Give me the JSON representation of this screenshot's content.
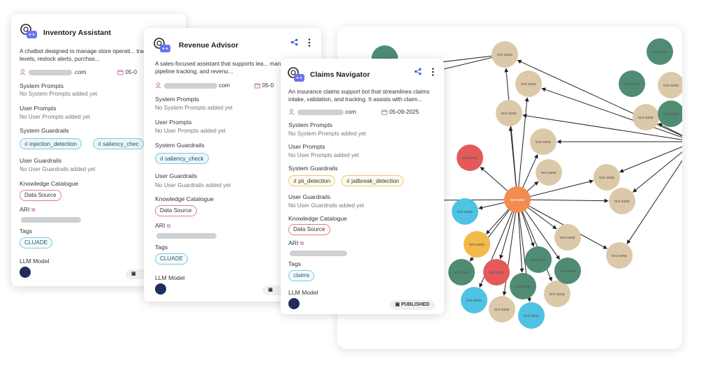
{
  "graph": {
    "center_label": "text sebe",
    "node_label": "text samp",
    "colors": {
      "center": "#f48b4f",
      "tan": "#dcc9a9",
      "green": "#4f8c73",
      "red": "#e45a5a",
      "cyan": "#4ec3e3",
      "yellow": "#f2b94b"
    }
  },
  "cards": [
    {
      "title": "Inventory Assistant",
      "description": "A chatbot designed to manage store operati... track inventory levels, restock alerts, purchas...",
      "email_suffix": ".com",
      "date": "05-0",
      "system_prompts_label": "System Prompts",
      "system_prompts_value": "No System Prompts added yet",
      "user_prompts_label": "User Prompts",
      "user_prompts_value": "No User Prompts added yet",
      "system_guardrails_label": "System Guardrails",
      "system_guardrails": [
        "injection_detection",
        "saliency_chec"
      ],
      "user_guardrails_label": "User Guardrails",
      "user_guardrails_value": "No User Guardrails added yet",
      "knowledge_label": "Knowledge Catalogue",
      "knowledge_chip": "Data Source",
      "ari_label": "ARI",
      "tags_label": "Tags",
      "tags": [
        "CLUADE"
      ],
      "llm_label": "LLM Model"
    },
    {
      "title": "Revenue Advisor",
      "description": "A sales-focused assistant that supports lea... management, pipeline tracking, and revenu...",
      "email_suffix": "com",
      "date": "05-0",
      "system_prompts_label": "System Prompts",
      "system_prompts_value": "No System Prompts added yet",
      "user_prompts_label": "User Prompts",
      "user_prompts_value": "No User Prompts added yet",
      "system_guardrails_label": "System Guardrails",
      "system_guardrails": [
        "saliency_check"
      ],
      "user_guardrails_label": "User Guardrails",
      "user_guardrails_value": "No User Guardrails added yet",
      "knowledge_label": "Knowledge Catalogue",
      "knowledge_chip": "Data Source",
      "ari_label": "ARI",
      "tags_label": "Tags",
      "tags": [
        "CLUADE"
      ],
      "llm_label": "LLM Model"
    },
    {
      "title": "Claims Navigator",
      "description": "An insurance claims support bot that streamlines claims intake, validation, and tracking. It assists with claim...",
      "email_suffix": "com",
      "date": "05-09-2025",
      "system_prompts_label": "System Prompts",
      "system_prompts_value": "No System Prompts added yet",
      "user_prompts_label": "User Prompts",
      "user_prompts_value": "No User Prompts added yet",
      "system_guardrails_label": "System Guardrails",
      "system_guardrails": [
        "pii_detection",
        "jailbreak_detection"
      ],
      "user_guardrails_label": "User Guardrails",
      "user_guardrails_value": "No User Guardrails added yet",
      "knowledge_label": "Knowledge Catalogue",
      "knowledge_chip": "Data Source",
      "ari_label": "ARI",
      "tags_label": "Tags",
      "tags": [
        "claims"
      ],
      "llm_label": "LLM Model",
      "status": "PUBLISHED"
    }
  ]
}
